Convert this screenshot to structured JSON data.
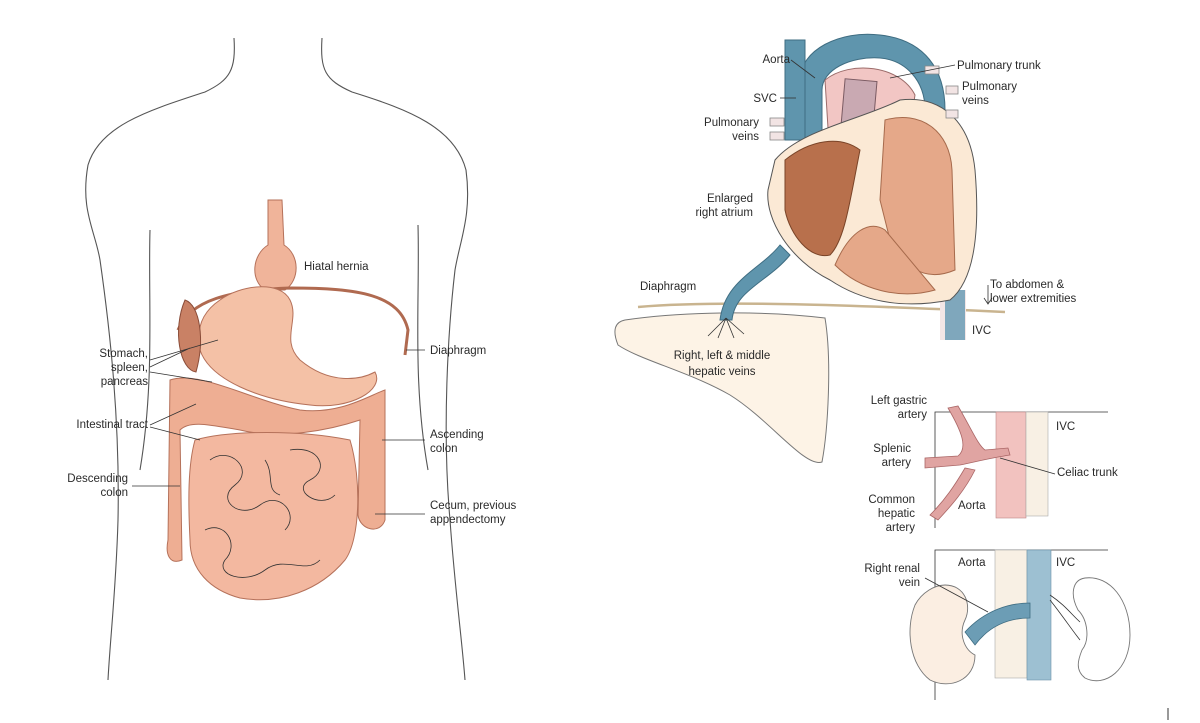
{
  "colors": {
    "gut": "#f0b49a",
    "gut_dark": "#c98165",
    "heart": "#e5a889",
    "atrium": "#b8704c",
    "vein_blue": "#5f95ad",
    "aorta_pink": "#f2c6c4",
    "liver": "#fdf3e6",
    "kidney": "#fbeee2"
  },
  "abdomen": {
    "hiatal_hernia": "Hiatal hernia",
    "stomach": [
      "Stomach,",
      "spleen,",
      "pancreas"
    ],
    "intestinal_tract": "Intestinal tract",
    "descending_colon": [
      "Descending",
      "colon"
    ],
    "diaphragm": "Diaphragm",
    "ascending_colon": [
      "Ascending",
      "colon"
    ],
    "cecum": [
      "Cecum, previous",
      "appendectomy"
    ]
  },
  "heart": {
    "aorta": "Aorta",
    "svc": "SVC",
    "pulmonary_trunk": "Pulmonary trunk",
    "pulmonary_veins_right": [
      "Pulmonary",
      "veins"
    ],
    "pulmonary_veins_left": [
      "Pulmonary",
      "veins"
    ],
    "enlarged_right_atrium": [
      "Enlarged",
      "right atrium"
    ],
    "diaphragm": "Diaphragm",
    "to_abdomen": [
      "To abdomen &",
      "lower extremities"
    ],
    "ivc": "IVC",
    "hepatic_veins": [
      "Right, left & middle",
      "hepatic veins"
    ]
  },
  "celiac": {
    "left_gastric": [
      "Left gastric",
      "artery"
    ],
    "ivc": "IVC",
    "splenic": [
      "Splenic",
      "artery"
    ],
    "celiac_trunk": "Celiac trunk",
    "common_hepatic": [
      "Common",
      "hepatic",
      "artery"
    ],
    "aorta": "Aorta"
  },
  "renal": {
    "aorta": "Aorta",
    "ivc": "IVC",
    "right_renal_vein": [
      "Right renal",
      "vein"
    ]
  }
}
